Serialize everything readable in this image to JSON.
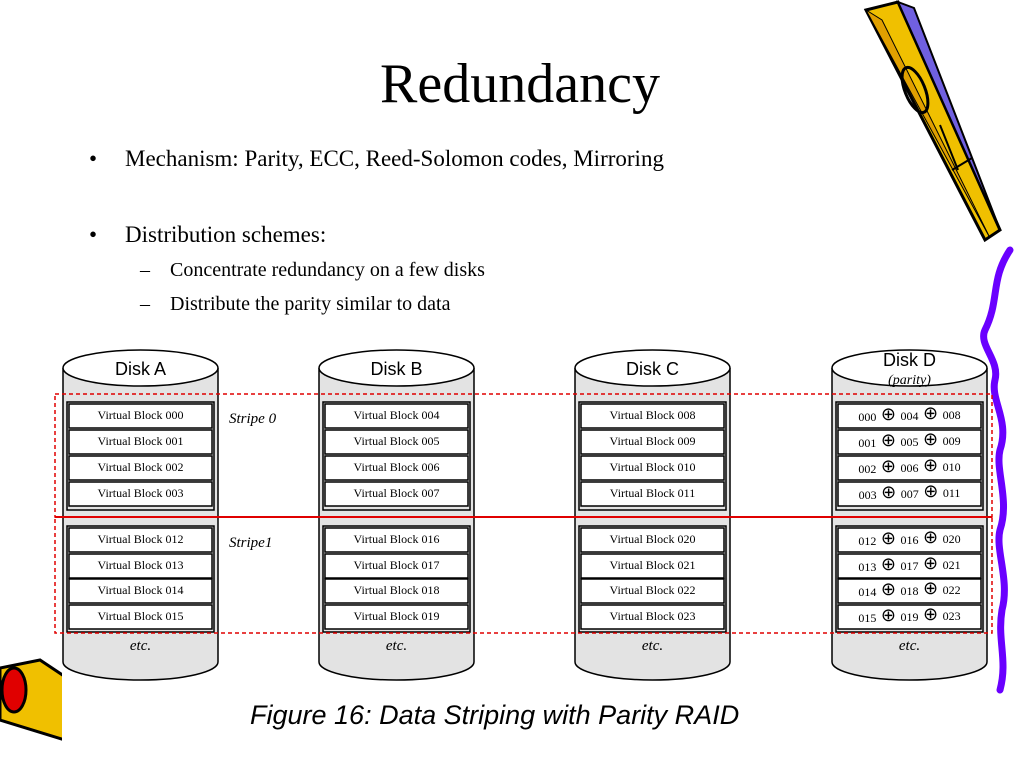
{
  "slide": {
    "title": "Redundancy",
    "bullets": [
      {
        "text": "Mechanism: Parity, ECC, Reed-Solomon codes, Mirroring"
      },
      {
        "text": "Distribution schemes:",
        "subitems": [
          "Concentrate redundancy on a few disks",
          "Distribute the parity similar to data"
        ]
      }
    ],
    "bullet_symbol": "•",
    "sub_symbol": "–"
  },
  "figure": {
    "caption": "Figure 16: Data Striping with Parity RAID",
    "stripe_labels": [
      "Stripe 0",
      "Stripe1"
    ],
    "etc_label": "etc.",
    "xor_symbol": "⊕",
    "disks": [
      {
        "name": "Disk A",
        "note": "",
        "blocks": [
          "Virtual Block 000",
          "Virtual Block 001",
          "Virtual Block 002",
          "Virtual Block 003",
          "Virtual Block 012",
          "Virtual Block 013",
          "Virtual Block 014",
          "Virtual Block 015"
        ]
      },
      {
        "name": "Disk B",
        "note": "",
        "blocks": [
          "Virtual Block 004",
          "Virtual Block 005",
          "Virtual Block 006",
          "Virtual Block 007",
          "Virtual Block 016",
          "Virtual Block 017",
          "Virtual Block 018",
          "Virtual Block 019"
        ]
      },
      {
        "name": "Disk C",
        "note": "",
        "blocks": [
          "Virtual Block 008",
          "Virtual Block 009",
          "Virtual Block 010",
          "Virtual Block 011",
          "Virtual Block 020",
          "Virtual Block 021",
          "Virtual Block 022",
          "Virtual Block 023"
        ]
      },
      {
        "name": "Disk D",
        "note": "(parity)",
        "parity_blocks": [
          [
            "000",
            "004",
            "008"
          ],
          [
            "001",
            "005",
            "009"
          ],
          [
            "002",
            "006",
            "010"
          ],
          [
            "003",
            "007",
            "011"
          ],
          [
            "012",
            "016",
            "020"
          ],
          [
            "013",
            "017",
            "021"
          ],
          [
            "014",
            "018",
            "022"
          ],
          [
            "015",
            "019",
            "023"
          ]
        ]
      }
    ],
    "colors": {
      "stripe_outline": "#e00000",
      "disk_fill": "#e3e3e3",
      "block_fill": "#ffffff"
    }
  },
  "decorations": [
    "pencil-icon",
    "crayon-icon"
  ]
}
